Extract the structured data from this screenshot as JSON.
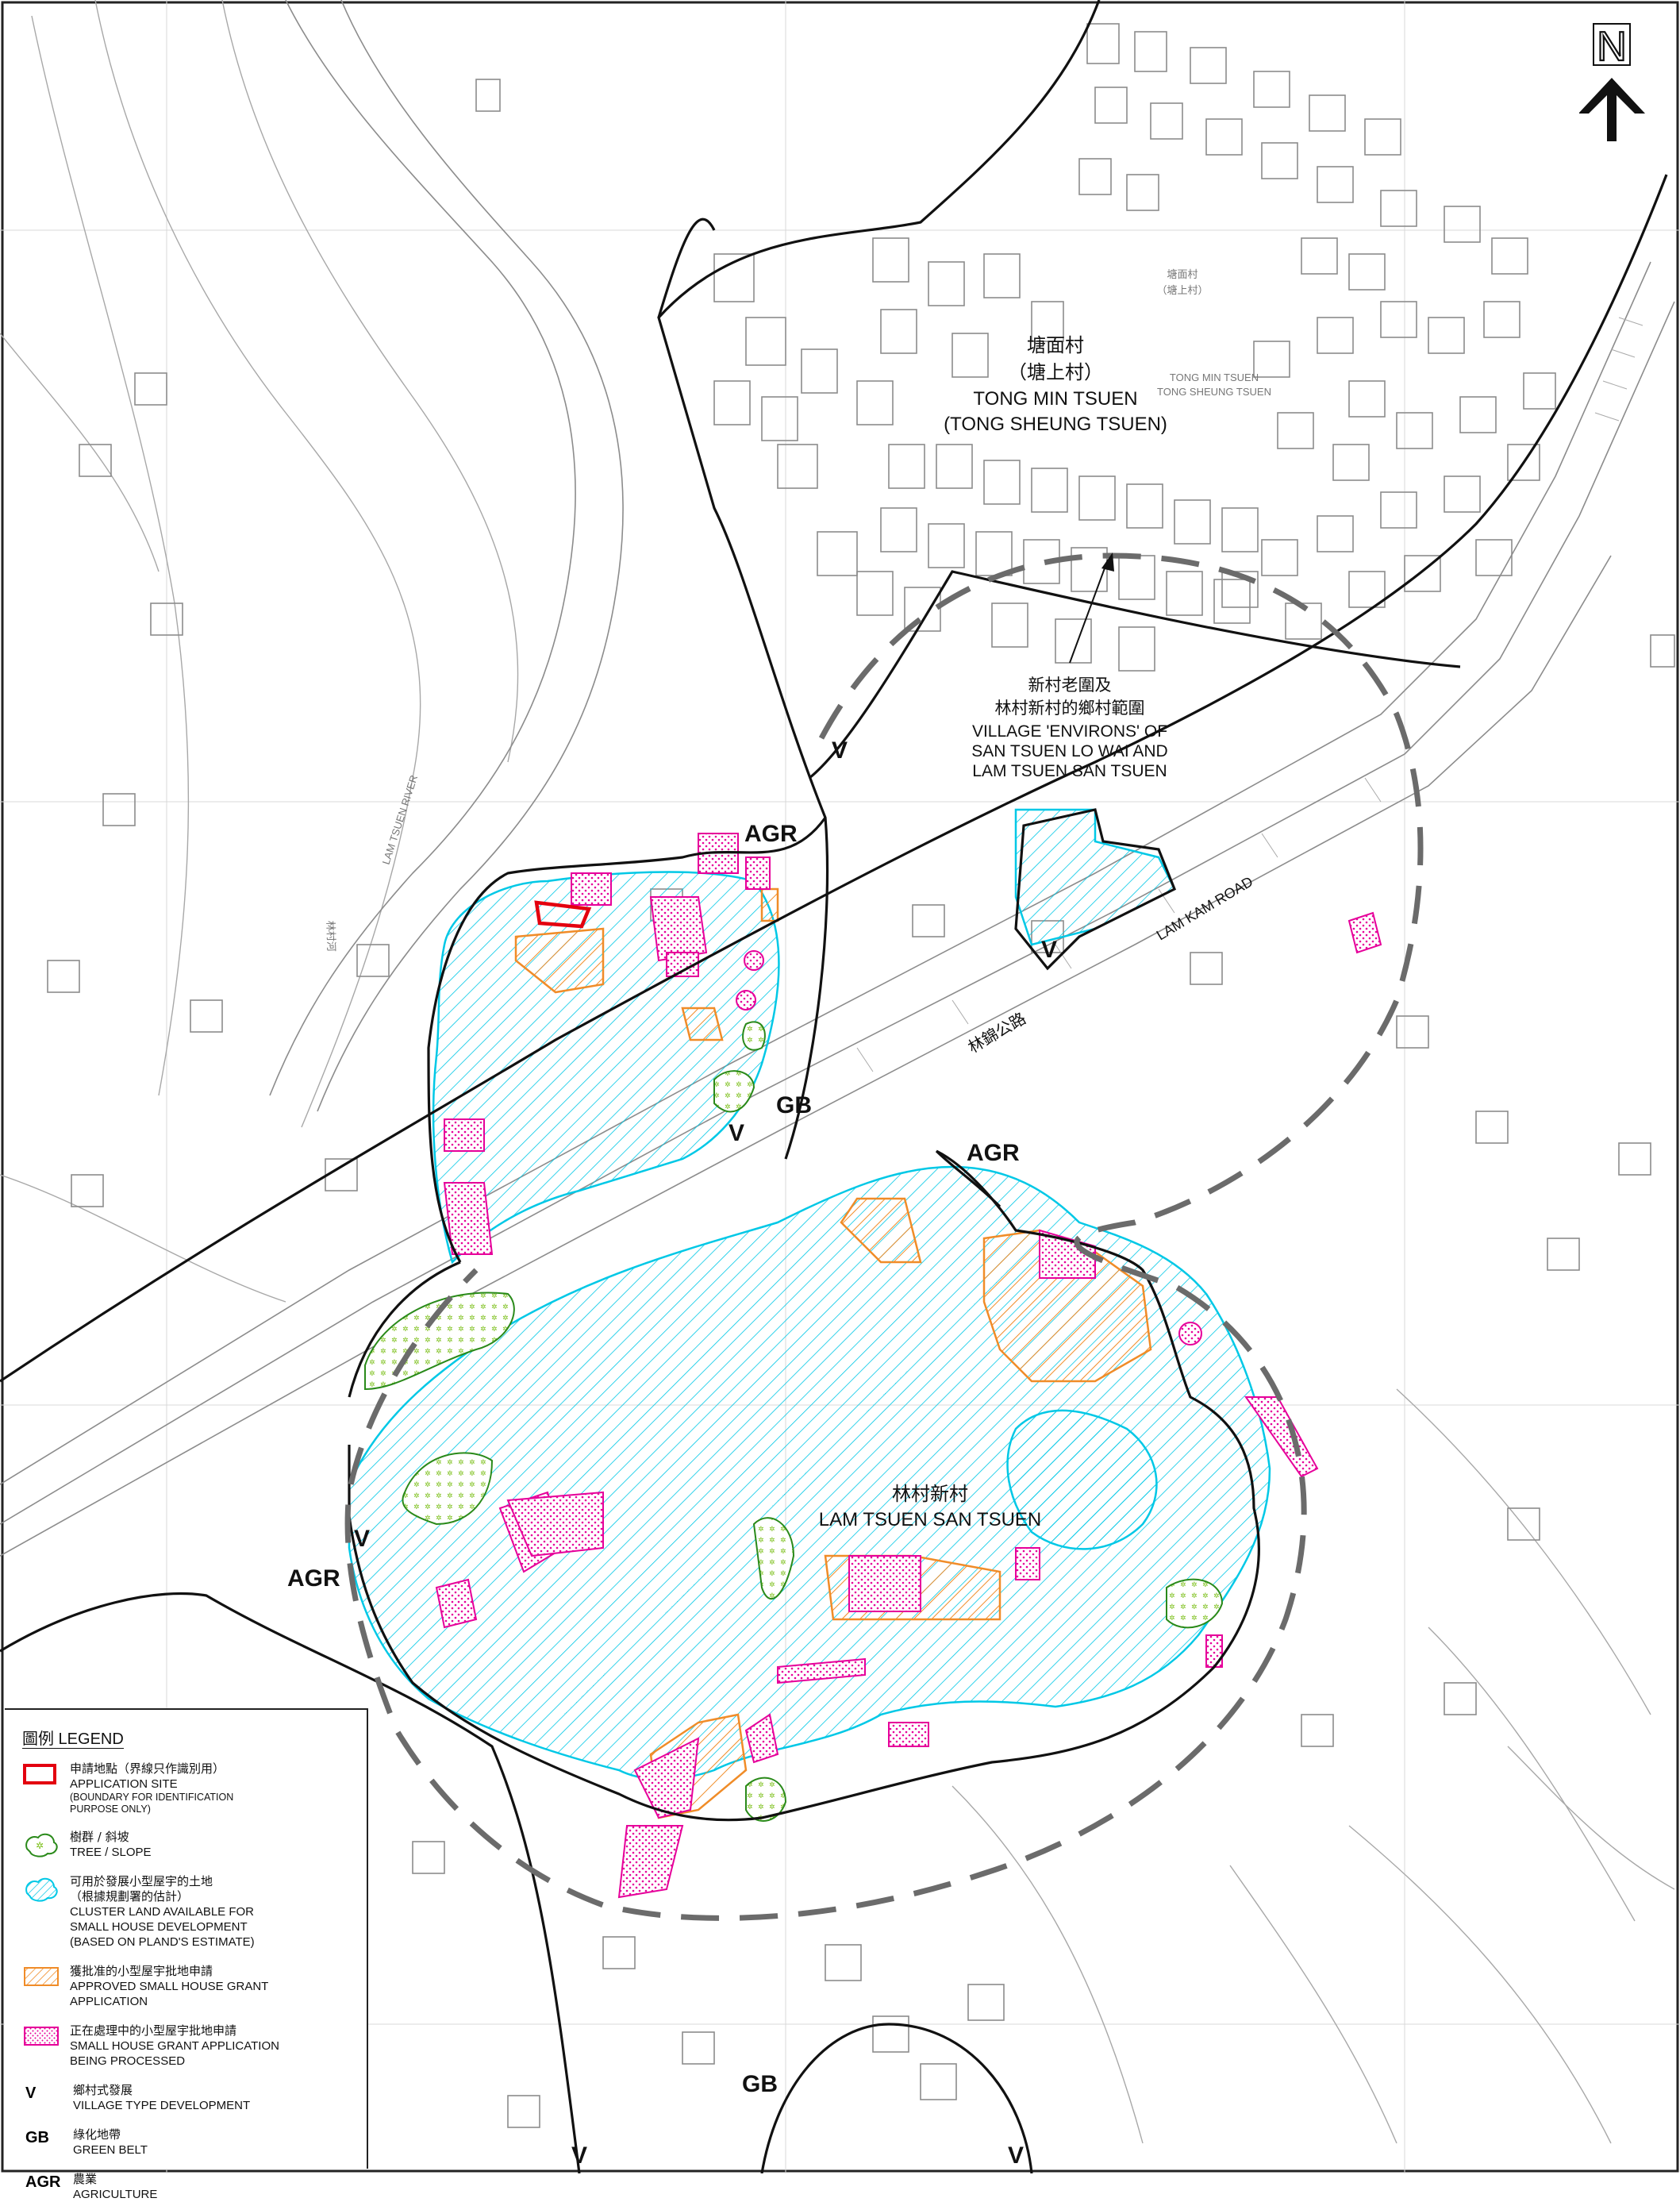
{
  "north": {
    "letter": "N"
  },
  "map": {
    "village_top": {
      "zh_1": "塘面村",
      "zh_2": "（塘上村）",
      "en_1": "TONG MIN TSUEN",
      "en_2": "(TONG SHEUNG TSUEN)"
    },
    "village_top_small": {
      "zh_1": "塘面村",
      "zh_2": "（塘上村）",
      "en_1": "TONG MIN TSUEN",
      "en_2": "TONG SHEUNG TSUEN"
    },
    "village_main": {
      "zh": "林村新村",
      "en": "LAM TSUEN SAN TSUEN"
    },
    "environs": {
      "zh_1": "新村老圍及",
      "zh_2": "林村新村的鄉村範圍",
      "en_1": "VILLAGE 'ENVIRONS' OF",
      "en_2": "SAN TSUEN LO WAI AND",
      "en_3": "LAM TSUEN SAN TSUEN"
    },
    "road_en": "LAM KAM ROAD",
    "road_zh": "林錦公路",
    "river_en": "LAM TSUEN RIVER",
    "river_zh": "林村河",
    "zones": {
      "agr": "AGR",
      "gb": "GB",
      "v": "V"
    }
  },
  "legend": {
    "title": "圖例 LEGEND",
    "items": [
      {
        "zh": "申請地點（界線只作識別用）",
        "en": "APPLICATION SITE",
        "en_small": [
          "(BOUNDARY FOR IDENTIFICATION",
          "PURPOSE ONLY)"
        ]
      },
      {
        "zh": "樹群 / 斜坡",
        "en": "TREE / SLOPE"
      },
      {
        "zh": "可用於發展小型屋宇的土地",
        "zh2": "（根據規劃署的估計）",
        "en": "CLUSTER LAND AVAILABLE FOR",
        "en2": "SMALL HOUSE DEVELOPMENT",
        "en3": "(BASED ON PLAND'S ESTIMATE)"
      },
      {
        "zh": "獲批准的小型屋宇批地申請",
        "en": "APPROVED SMALL HOUSE GRANT",
        "en2": "APPLICATION"
      },
      {
        "zh": "正在處理中的小型屋宇批地申請",
        "en": "SMALL HOUSE GRANT APPLICATION",
        "en2": "BEING PROCESSED"
      },
      {
        "abbr": "V",
        "zh": "鄉村式發展",
        "en": "VILLAGE TYPE DEVELOPMENT"
      },
      {
        "abbr": "GB",
        "zh": "綠化地帶",
        "en": "GREEN BELT"
      },
      {
        "abbr": "AGR",
        "zh": "農業",
        "en": "AGRICULTURE"
      }
    ]
  },
  "colors": {
    "application_site": "#e3000f",
    "cluster_land": "#00c8e6",
    "approved": "#f08c28",
    "processing": "#e6009a",
    "tree": "#2a8a1a",
    "boundary": "#111111",
    "environs": "#6b6b6b",
    "base": "#9a9a9a"
  }
}
